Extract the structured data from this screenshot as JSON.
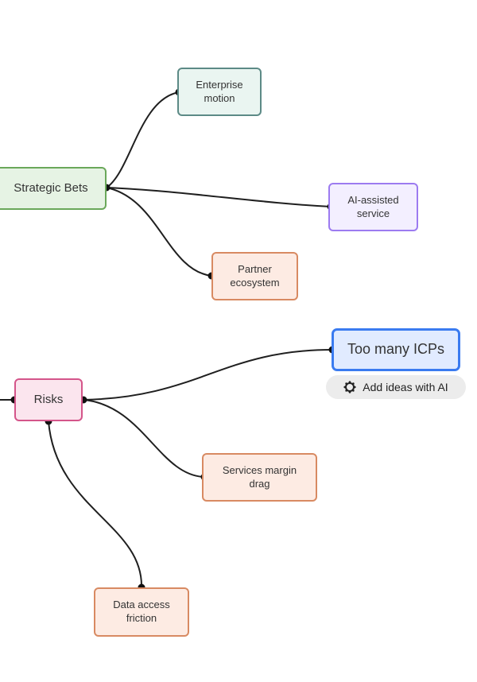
{
  "colors": {
    "edge": "#1f1f1f",
    "strategic_fill": "#e6f3e4",
    "strategic_border": "#6aa85a",
    "enterprise_fill": "#eaf5f1",
    "enterprise_border": "#5c8a86",
    "ai_fill": "#f3efff",
    "ai_border": "#9c7bf0",
    "partner_fill": "#fdebe3",
    "partner_border": "#d88a62",
    "risks_fill": "#fbe5ee",
    "risks_border": "#d4558a",
    "icps_fill": "#e1ebff",
    "icps_border": "#3a7bf0",
    "chip_bg": "#ececec"
  },
  "nodes": {
    "strategic_bets": "Strategic Bets",
    "enterprise_motion": "Enterprise\nmotion",
    "ai_assisted_service": "AI-assisted\nservice",
    "partner_ecosystem": "Partner\necosystem",
    "risks": "Risks",
    "too_many_icps": "Too many ICPs",
    "services_margin_drag": "Services margin\ndrag",
    "data_access_friction": "Data access\nfriction"
  },
  "ai_chip": {
    "icon": "sparkle-gear-icon",
    "label": "Add ideas with AI"
  }
}
